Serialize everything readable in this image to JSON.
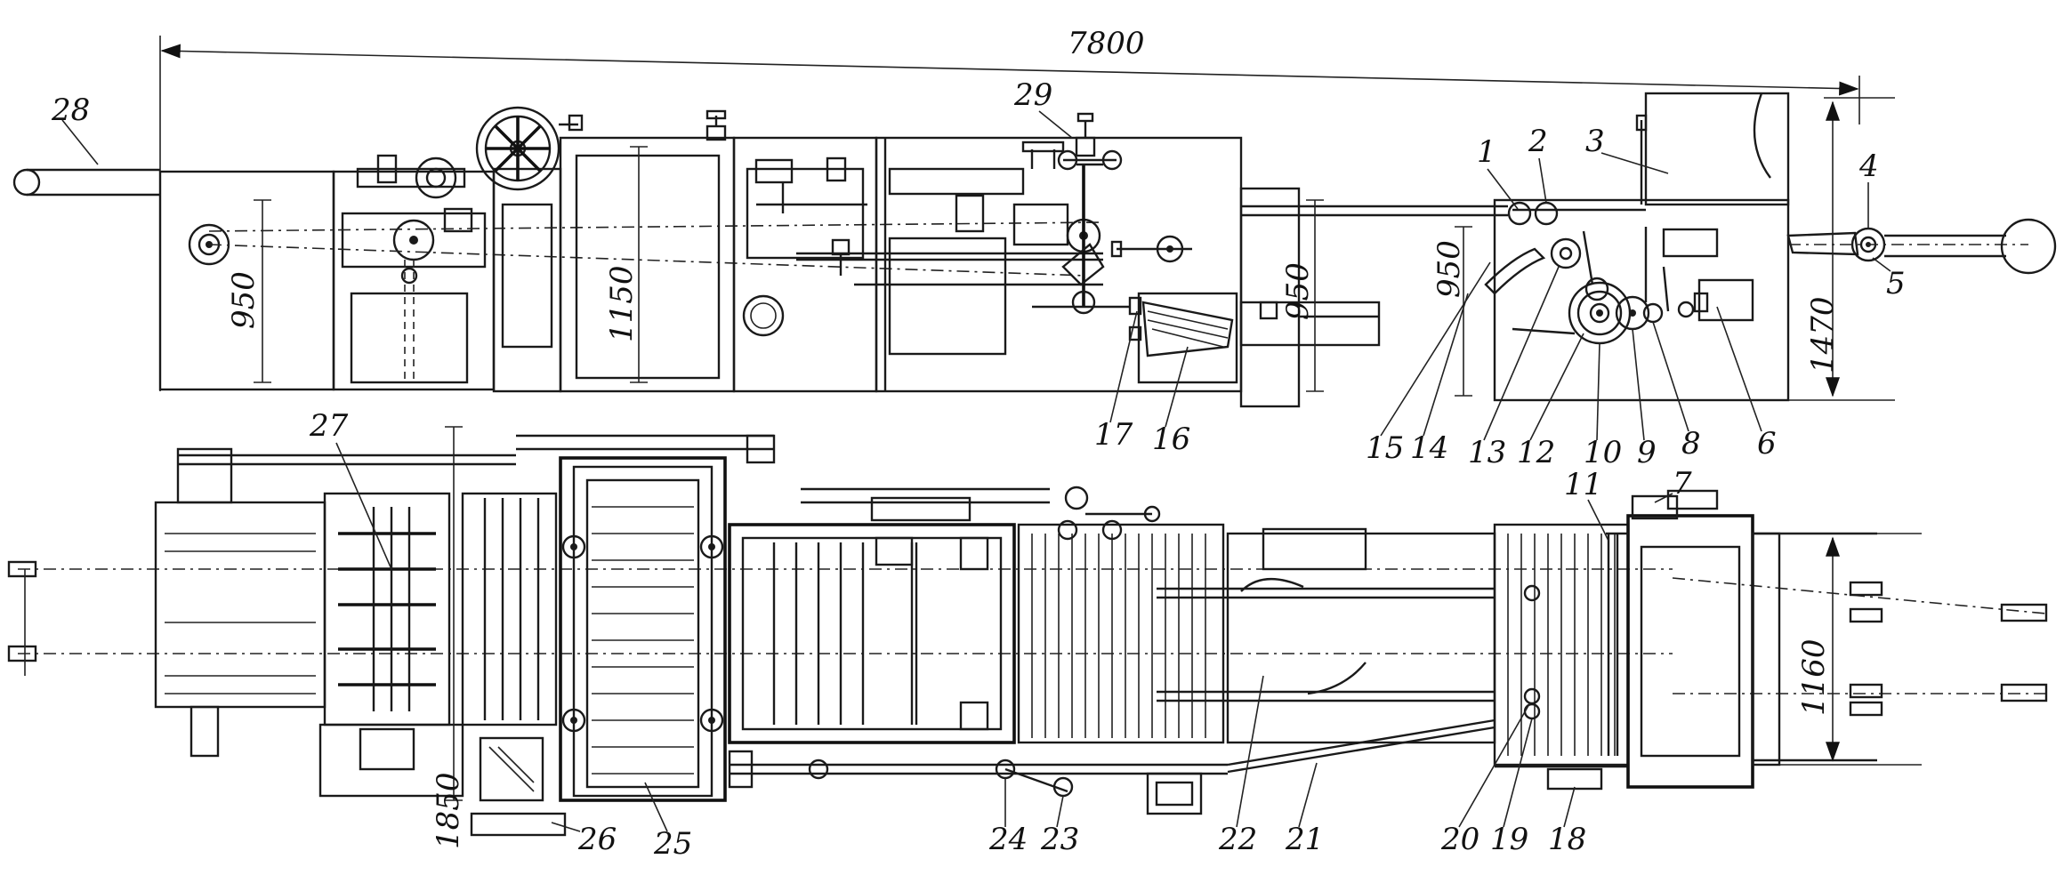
{
  "dimensions": {
    "overall_length": "7800",
    "height_left_unit": "950",
    "height_mid_unit": "1150",
    "height_right_block": "950",
    "height_feeder_unit": "950",
    "height_total": "1470",
    "width_delivery_plan": "1160",
    "width_plan_left": "1850"
  },
  "labels": {
    "n1": "1",
    "n2": "2",
    "n3": "3",
    "n4": "4",
    "n5": "5",
    "n6": "6",
    "n7": "7",
    "n8": "8",
    "n9": "9",
    "n10": "10",
    "n11": "11",
    "n12": "12",
    "n13": "13",
    "n14": "14",
    "n15": "15",
    "n16": "16",
    "n17": "17",
    "n18": "18",
    "n19": "19",
    "n20": "20",
    "n21": "21",
    "n22": "22",
    "n23": "23",
    "n24": "24",
    "n25": "25",
    "n26": "26",
    "n27": "27",
    "n28": "28",
    "n29": "29"
  },
  "colors": {
    "ink": "#1a1a1a",
    "paper": "#ffffff"
  }
}
